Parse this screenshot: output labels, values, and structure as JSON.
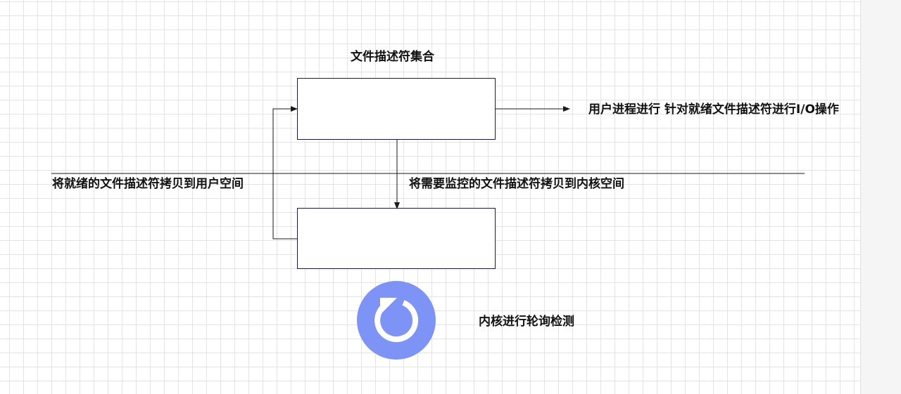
{
  "diagram": {
    "set_title": "文件描述符集合",
    "user_io_label": "用户进程进行 针对就绪文件描述符进行I/O操作",
    "copy_to_user_label": "将就绪的文件描述符拷贝到用户空间",
    "copy_to_kernel_label": "将需要监控的文件描述符拷贝到内核空间",
    "kernel_poll_label": "内核进行轮询检测",
    "icon": "refresh-icon",
    "colors": {
      "icon_fill": "#7e93f6",
      "line": "#1a1a1a",
      "box_border": "#1a1a40"
    }
  }
}
